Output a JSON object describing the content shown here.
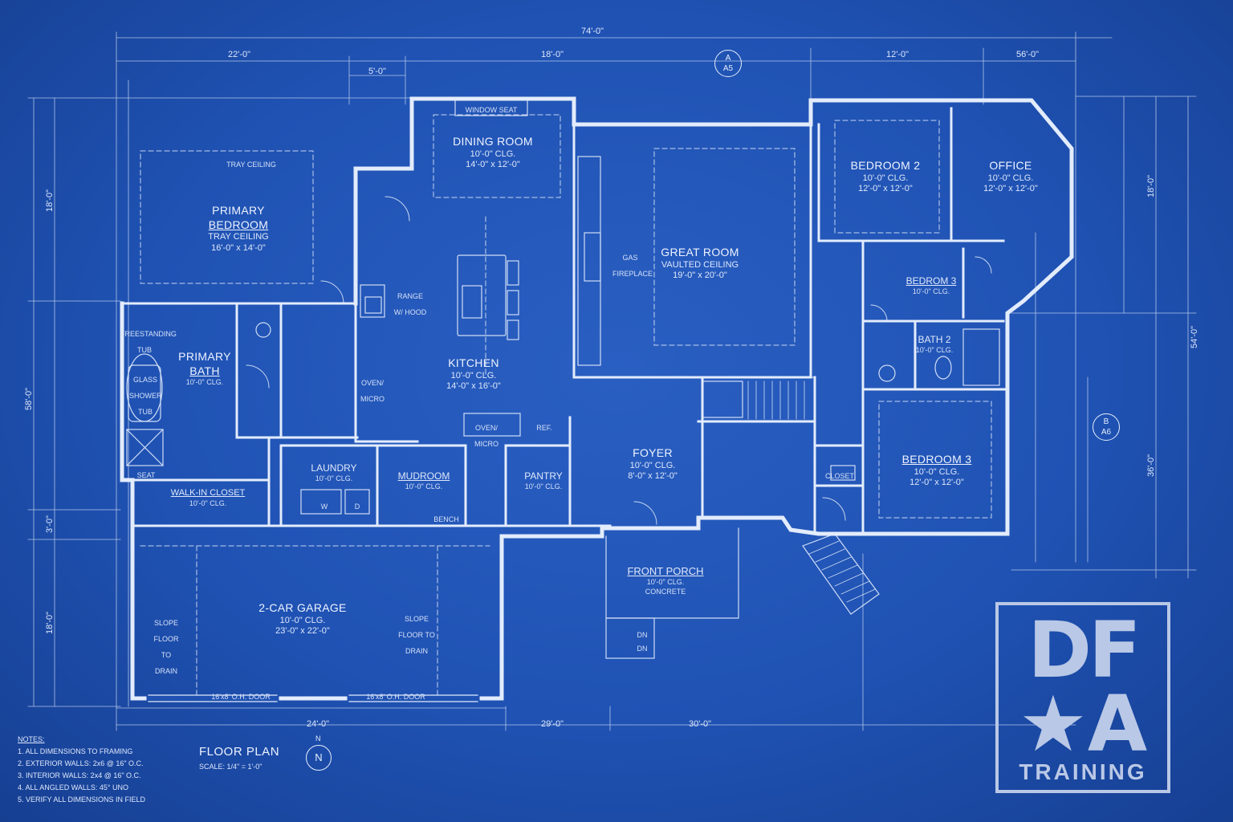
{
  "overall": {
    "top": "74'-0\"",
    "right": "54'-0\"",
    "left": "58'-0\""
  },
  "dims_top": [
    "22'-0\"",
    "18'-0\"",
    "12'-0\"",
    "56'-0\"",
    "5'-0\""
  ],
  "dims_bottom": [
    "24'-0\"",
    "29'-0\"",
    "30'-0\""
  ],
  "dims_left": [
    "18'-0\"",
    "3'-0\"",
    "18'-0\""
  ],
  "dims_right": [
    "18'-0\"",
    "36'-0\""
  ],
  "rooms": {
    "dining": {
      "name": "DINING ROOM",
      "clg": "10'-0\" CLG.",
      "size": "14'-0\" x 12'-0\"",
      "seat": "WINDOW SEAT"
    },
    "primary_bed": {
      "name1": "PRIMARY",
      "name2": "BEDROOM",
      "clg": "TRAY CEILING",
      "size": "16'-0\" x 14'-0\"",
      "tray": "TRAY CEILING"
    },
    "great": {
      "name": "GREAT ROOM",
      "clg": "VAULTED CEILING",
      "size": "19'-0\" x 20'-0\"",
      "fireplace": "GAS FIREPLACE"
    },
    "bed2": {
      "name": "BEDROOM 2",
      "clg": "10'-0\" CLG.",
      "size": "12'-0\" x 12'-0\""
    },
    "office": {
      "name": "OFFICE",
      "clg": "10'-0\" CLG.",
      "size": "12'-0\" x 12'-0\""
    },
    "bedroom3a": {
      "name": "BEDROM 3",
      "clg": "10'-0\" CLG."
    },
    "bath2": {
      "name": "BATH 2",
      "clg": "10'-0\" CLG."
    },
    "primary_bath": {
      "name1": "PRIMARY",
      "name2": "BATH",
      "clg": "10'-0\" CLG.",
      "tub": "FREESTANDING TUB",
      "glass": "GLASS SHOWER TUB",
      "seat": "SEAT"
    },
    "kitchen": {
      "name": "KITCHEN",
      "clg": "10'-0\" CLG.",
      "size": "14'-0\" x 16'-0\"",
      "range": "RANGE W/ HOOD",
      "oven": "OVEN/ MICRO",
      "oven2": "OVEN/ MICRO",
      "ref": "REF."
    },
    "foyer": {
      "name": "FOYER",
      "clg": "10'-0\" CLG.",
      "size": "8'-0\" x 12'-0\""
    },
    "bed3": {
      "name": "BEDROOM 3",
      "clg": "10'-0\" CLG.",
      "size": "12'-0\" x 12'-0\""
    },
    "closet": {
      "name": "CLOSET"
    },
    "laundry": {
      "name": "LAUNDRY",
      "clg": "10'-0\" CLG.",
      "w": "W",
      "d": "D"
    },
    "mudroom": {
      "name": "MUDROOM",
      "clg": "10'-0\" CLG.",
      "bench": "BENCH"
    },
    "pantry": {
      "name": "PANTRY",
      "clg": "10'-0\" CLG."
    },
    "walkin": {
      "name": "WALK-IN CLOSET",
      "clg": "10'-0\" CLG."
    },
    "garage": {
      "name": "2-CAR GARAGE",
      "clg": "10'-0\" CLG.",
      "size": "23'-0\" x 22'-0\"",
      "slope": "SLOPE FLOOR TO DRAIN",
      "slope2": "SLOPE FLOOR TO DRAIN",
      "door1": "16'x8' O.H. DOOR",
      "door2": "16'x8' O.H. DOOR"
    },
    "porch": {
      "name": "FRONT PORCH",
      "clg": "10'-0\" CLG.",
      "mat": "CONCRETE",
      "dn1": "DN",
      "dn2": "DN"
    }
  },
  "markers": {
    "a_top": "A",
    "a_bot": "A5",
    "b_top": "B",
    "b_bot": "A6"
  },
  "title": {
    "name": "FLOOR PLAN",
    "scale": "SCALE: 1/4\" = 1'-0\"",
    "north": "N"
  },
  "notes": {
    "heading": "NOTES:",
    "items": [
      "1.   ALL DIMENSIONS TO FRAMING",
      "2.   EXTERIOR WALLS: 2x6 @ 16\" O.C.",
      "3.   INTERIOR WALLS: 2x4 @ 16\" O.C.",
      "4.   ALL ANGLED WALLS: 45° UNO",
      "5.   VERIFY ALL DIMENSIONS IN FIELD"
    ]
  },
  "logo": {
    "line1": "DF",
    "line2": "★A",
    "line3": "TRAINING"
  },
  "colors": {
    "paper": "#1f52b3",
    "line": "#e6eefc",
    "logo": "#b9c8e6"
  }
}
